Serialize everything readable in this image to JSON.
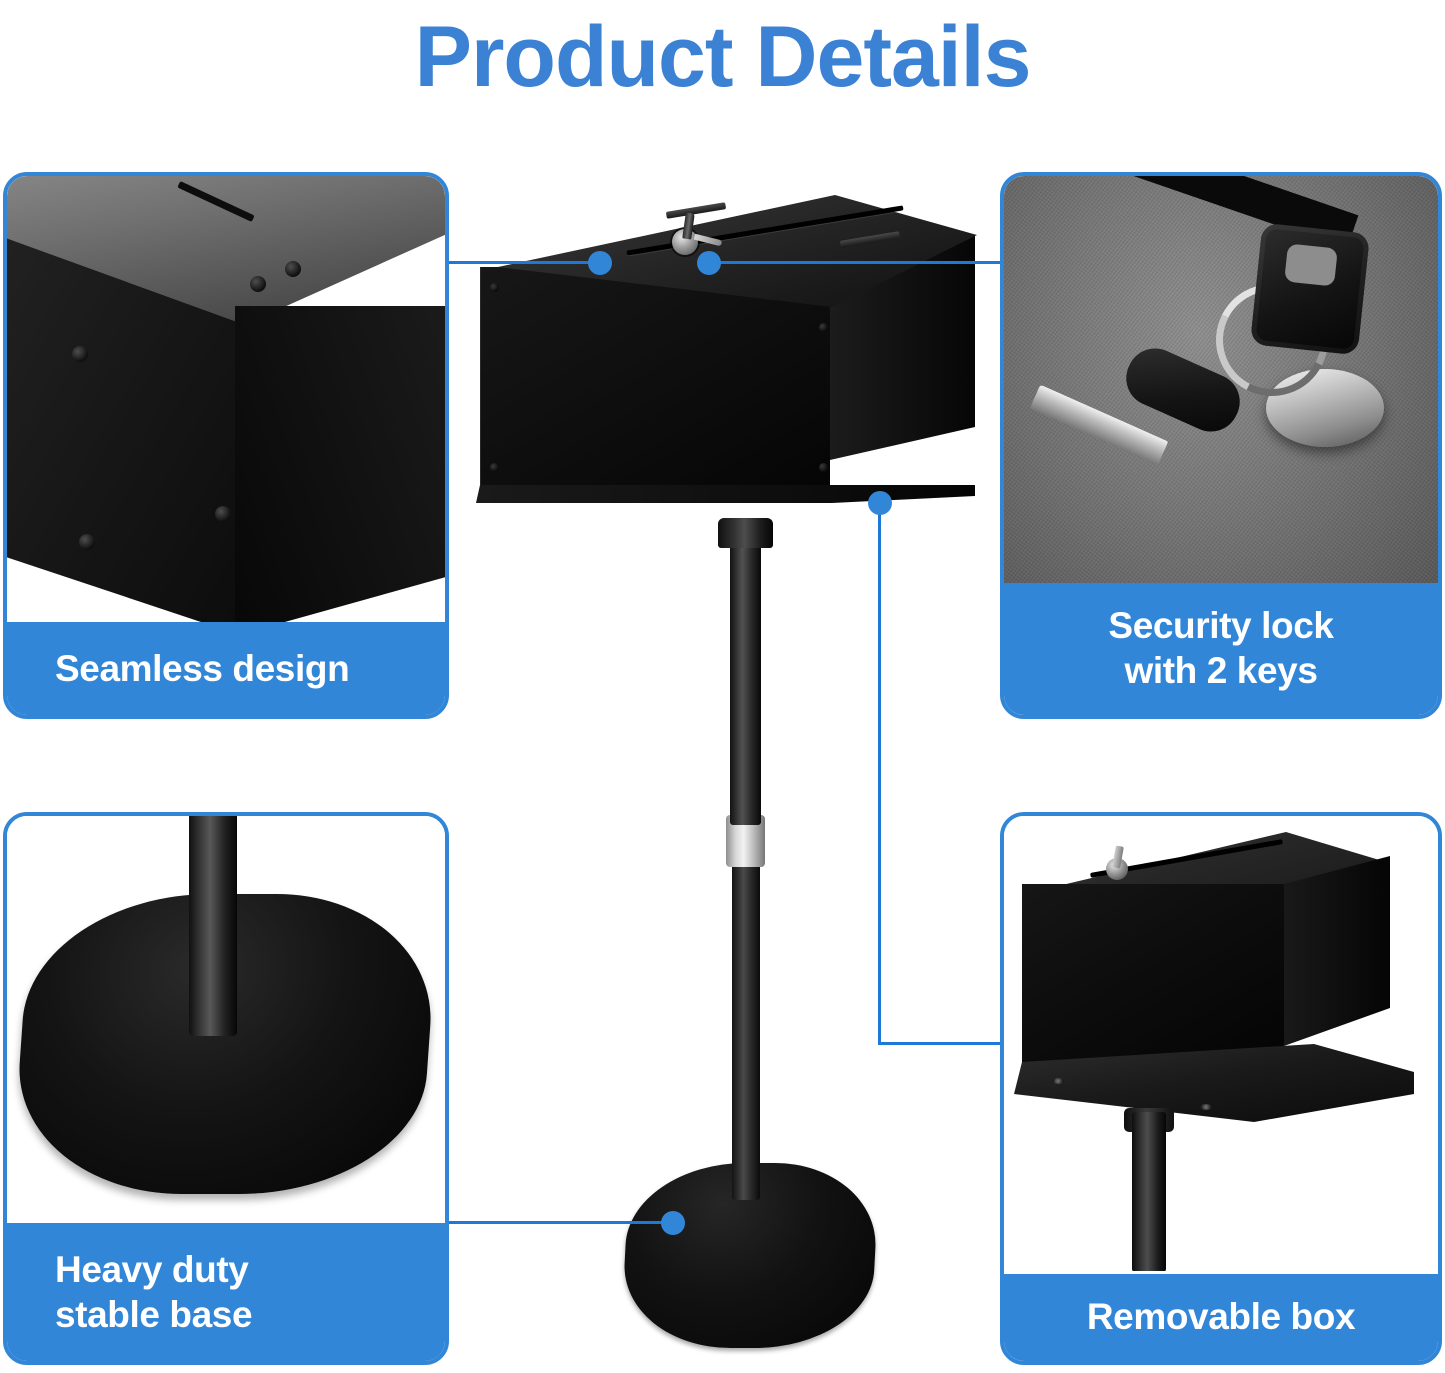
{
  "header": {
    "title": "Product Details",
    "title_color": "#3C82D4"
  },
  "theme": {
    "accent_blue": "#3286D8",
    "caption_text_color": "#FFFFFF",
    "background": "#FFFFFF"
  },
  "panels": [
    {
      "id": "seamless-design",
      "position": "top-left",
      "caption": "Seamless design",
      "caption_lines": [
        "Seamless design"
      ],
      "caption_align": "left",
      "photo_description": "close-up of the black metal box corner showing seamless welded edges, coin slot and screws"
    },
    {
      "id": "security-lock",
      "position": "top-right",
      "caption": "Security lock with 2 keys",
      "caption_lines": [
        "Security lock",
        "with 2 keys"
      ],
      "caption_align": "center",
      "photo_description": "two black-handled keys on a keyring resting beside a chrome lock cylinder on a grey textured surface"
    },
    {
      "id": "heavy-duty-base",
      "position": "bottom-left",
      "caption": "Heavy duty stable base",
      "caption_lines": [
        "Heavy duty",
        "stable base"
      ],
      "caption_align": "left",
      "photo_description": "close-up of the rounded square black weighted base plate with the vertical pole"
    },
    {
      "id": "removable-box",
      "position": "bottom-right",
      "caption": "Removable box",
      "caption_lines": [
        "Removable box"
      ],
      "caption_align": "center",
      "photo_description": "the locking suggestion box lifted off its mounting tray on the stand pole"
    }
  ],
  "hero": {
    "description": "Black locking suggestion box mounted on an adjustable floor stand with weighted square base",
    "parts": [
      "box",
      "coin-slot",
      "lock-with-key",
      "mounting-collar",
      "telescoping-pole",
      "height-adjustment-collar",
      "weighted-base-plate"
    ]
  },
  "callouts": [
    {
      "id": "callout-seamless-design",
      "target_panel": "seamless-design",
      "dot_label": "box top edge"
    },
    {
      "id": "callout-security-lock",
      "target_panel": "security-lock",
      "dot_label": "lock on box lid"
    },
    {
      "id": "callout-heavy-duty-base",
      "target_panel": "heavy-duty-base",
      "dot_label": "base plate"
    },
    {
      "id": "callout-removable-box",
      "target_panel": "removable-box",
      "dot_label": "box lower corner"
    }
  ]
}
